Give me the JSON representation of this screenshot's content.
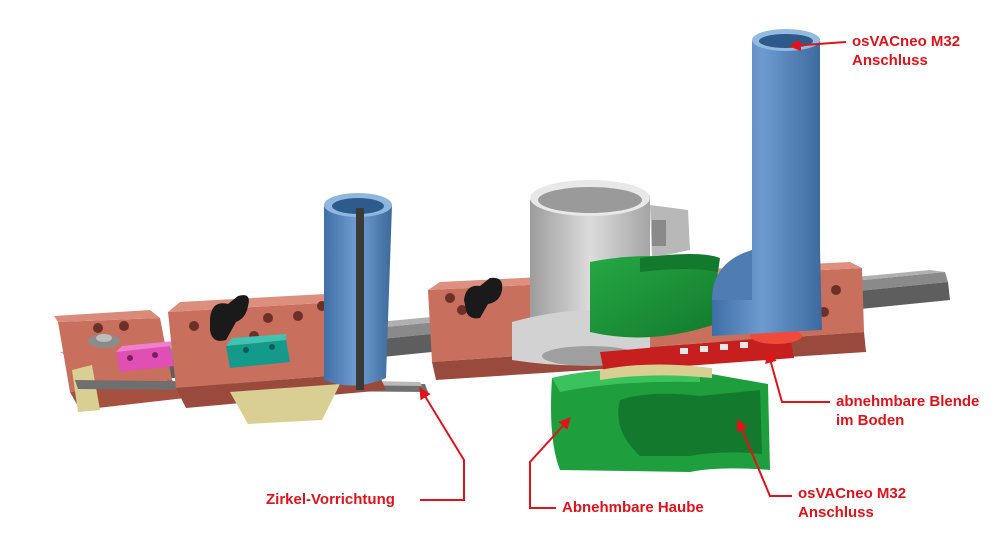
{
  "colors": {
    "label": "#e0131b",
    "plate": "#c96f5d",
    "plate_dark": "#9a4a3c",
    "tube_blue": "#5f8ec4",
    "tube_blue_dark": "#33608f",
    "hood_green": "#1e9e3c",
    "hood_green_dark": "#0e6d25",
    "rail_gray": "#7c7c7c",
    "housing_gray": "#c4c4c4",
    "knob_black": "#1a1a1a",
    "clamp_pink": "#e04fb3",
    "clamp_teal": "#139a8a",
    "base_yellow": "#d9cf93"
  },
  "callouts": {
    "top_connector": {
      "line1": "osVACneo M32",
      "line2": "Anschluss"
    },
    "blende": {
      "line1": "abnehmbare Blende",
      "line2": "im Boden"
    },
    "bottom_connector": {
      "line1": "osVACneo M32",
      "line2": "Anschluss"
    },
    "haube": {
      "line1": "Abnehmbare Haube"
    },
    "zirkel": {
      "line1": "Zirkel-Vorrichtung"
    }
  }
}
